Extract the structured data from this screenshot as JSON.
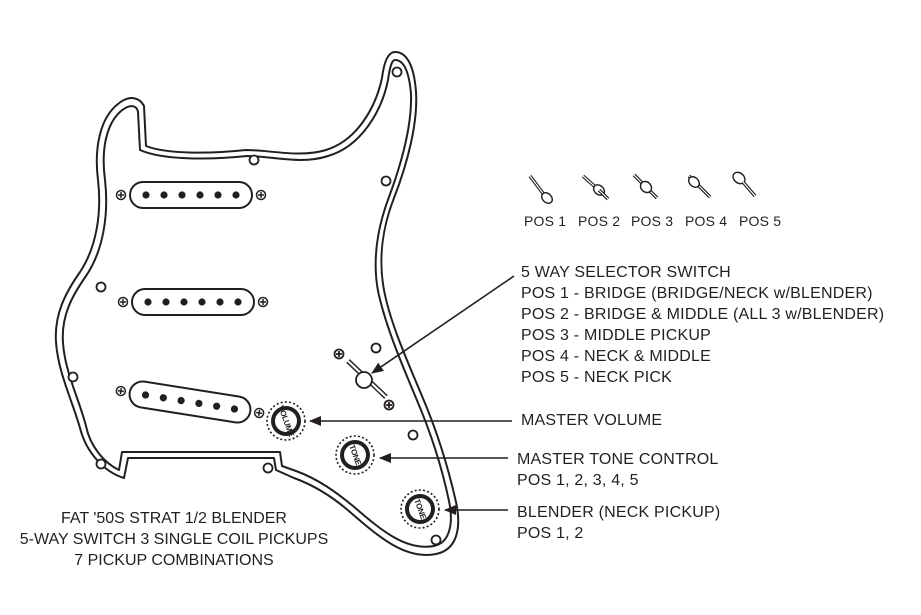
{
  "selector_positions": [
    "POS 1",
    "POS 2",
    "POS 3",
    "POS 4",
    "POS 5"
  ],
  "selector_switch": {
    "title": "5 WAY SELECTOR SWITCH",
    "lines": [
      "POS 1 - BRIDGE (BRIDGE/NECK w/BLENDER)",
      "POS 2 - BRIDGE & MIDDLE (ALL 3 w/BLENDER)",
      "POS 3 -  MIDDLE PICKUP",
      "POS 4 - NECK & MIDDLE",
      "POS 5 - NECK PICK"
    ]
  },
  "master_volume": {
    "label": "MASTER VOLUME"
  },
  "master_tone": {
    "label": "MASTER TONE CONTROL",
    "positions": "POS 1, 2, 3, 4, 5"
  },
  "blender": {
    "label": "BLENDER (NECK PICKUP)",
    "positions": "POS 1, 2"
  },
  "knobs": {
    "volume": "VOLUME",
    "tone1": "TONE",
    "tone2": "TONE"
  },
  "caption": {
    "line1": "FAT '50S STRAT 1/2 BLENDER",
    "line2": "5-WAY SWITCH 3 SINGLE COIL PICKUPS",
    "line3": "7 PICKUP COMBINATIONS"
  },
  "colors": {
    "ink": "#231f20",
    "background": "#ffffff"
  }
}
